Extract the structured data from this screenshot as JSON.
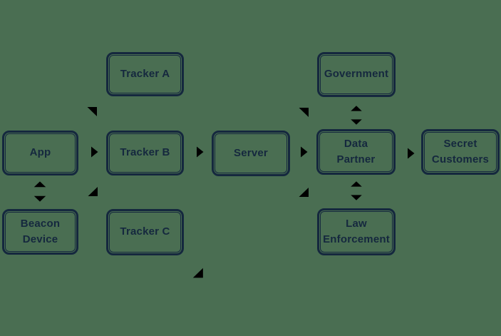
{
  "canvas": {
    "background_color": "#4A6E52",
    "ink_color": "#15283E"
  },
  "nodes": {
    "app": {
      "label": "App"
    },
    "beacon_device": {
      "label": "Beacon Device"
    },
    "tracker_a": {
      "label": "Tracker A"
    },
    "tracker_b": {
      "label": "Tracker B"
    },
    "tracker_c": {
      "label": "Tracker C"
    },
    "server": {
      "label": "Server"
    },
    "government": {
      "label": "Government"
    },
    "data_partner": {
      "label": "Data Partner"
    },
    "law_enforcement": {
      "label": "Law Enforcement"
    },
    "secret_customers": {
      "label": "Secret Customers"
    }
  },
  "edges": [
    {
      "from": "App",
      "to": "Tracker A",
      "kind": "one-way",
      "direction": "up-right"
    },
    {
      "from": "App",
      "to": "Tracker B",
      "kind": "one-way",
      "direction": "right"
    },
    {
      "from": "App",
      "to": "Tracker C",
      "kind": "one-way",
      "direction": "down-right"
    },
    {
      "from": "App",
      "to": "Beacon Device",
      "kind": "two-way",
      "direction": "vertical"
    },
    {
      "from": "Tracker B",
      "to": "Server",
      "kind": "one-way",
      "direction": "right"
    },
    {
      "from": "Server",
      "to": "Government",
      "kind": "one-way",
      "direction": "up-right"
    },
    {
      "from": "Server",
      "to": "Data Partner",
      "kind": "one-way",
      "direction": "right"
    },
    {
      "from": "Server",
      "to": "Law Enforcement",
      "kind": "one-way",
      "direction": "down-right"
    },
    {
      "from": "Government",
      "to": "Data Partner",
      "kind": "two-way",
      "direction": "vertical"
    },
    {
      "from": "Data Partner",
      "to": "Law Enforcement",
      "kind": "two-way",
      "direction": "vertical"
    },
    {
      "from": "Data Partner",
      "to": "Secret Customers",
      "kind": "one-way",
      "direction": "right"
    },
    {
      "from": "Tracker C",
      "to": null,
      "kind": "one-way",
      "direction": "down-right"
    }
  ]
}
